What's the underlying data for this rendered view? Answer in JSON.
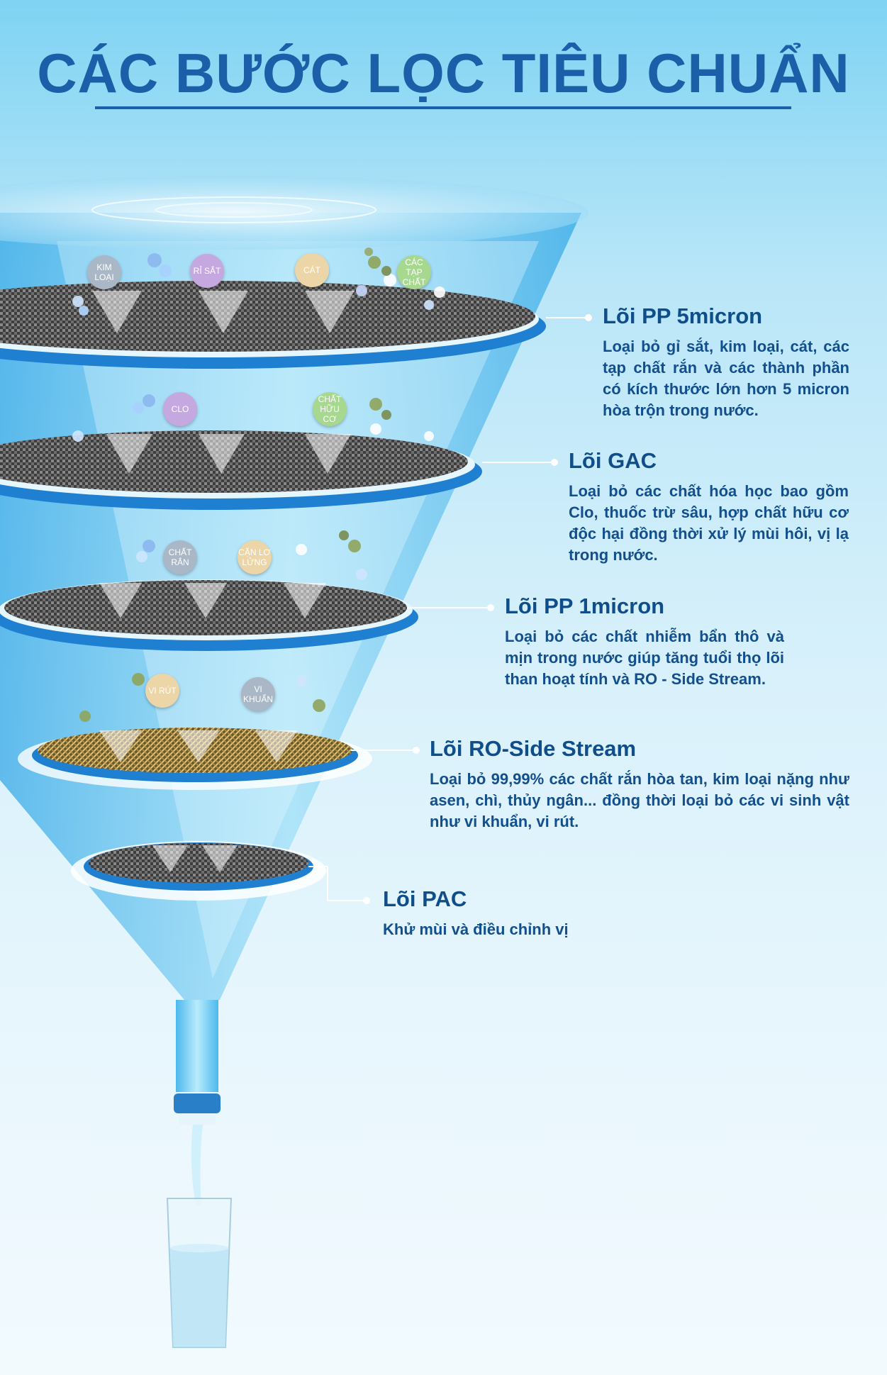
{
  "title": "CÁC BƯỚC LỌC TIÊU CHUẨN",
  "stages": [
    {
      "name": "Lõi PP 5micron",
      "description": "Loại bỏ gỉ sắt, kim loại, cát, các tạp chất rắn và các thành phần có kích thước lớn hơn 5 micron hòa trộn trong nước.",
      "contaminants": [
        "KIM LOẠI",
        "RỈ SẮT",
        "CÁT",
        "CÁC TẠP CHẤT"
      ]
    },
    {
      "name": "Lõi GAC",
      "description": "Loại bỏ các chất hóa học bao gồm Clo, thuốc trừ sâu, hợp chất hữu cơ độc hại đồng thời xử lý mùi hôi, vị lạ trong nước.",
      "contaminants": [
        "CLO",
        "CHẤT HỮU CƠ"
      ]
    },
    {
      "name": "Lõi PP 1micron",
      "description": "Loại bỏ các chất nhiễm bẩn thô và mịn trong nước giúp tăng tuổi thọ lõi than hoạt tính và RO - Side Stream.",
      "contaminants": [
        "CHẤT RẮN",
        "CẶN LƠ LỬNG"
      ]
    },
    {
      "name": "Lõi RO-Side Stream",
      "description": "Loại bỏ 99,99% các chất rắn hòa tan, kim loại nặng như asen, chì, thủy ngân... đồng thời loại bỏ các vi sinh vật như vi khuẩn, vi rút.",
      "contaminants": [
        "VI RÚT",
        "VI KHUẨN"
      ]
    },
    {
      "name": "Lõi PAC",
      "description": "Khử mùi và điều chỉnh vị",
      "contaminants": []
    }
  ],
  "colors": {
    "title": "#1a5fa8",
    "funnel": "#3fb6ee",
    "rim": "#2a86d6",
    "mesh_dark": "#4a4a4a",
    "mesh_gold": "#c9a85c"
  }
}
